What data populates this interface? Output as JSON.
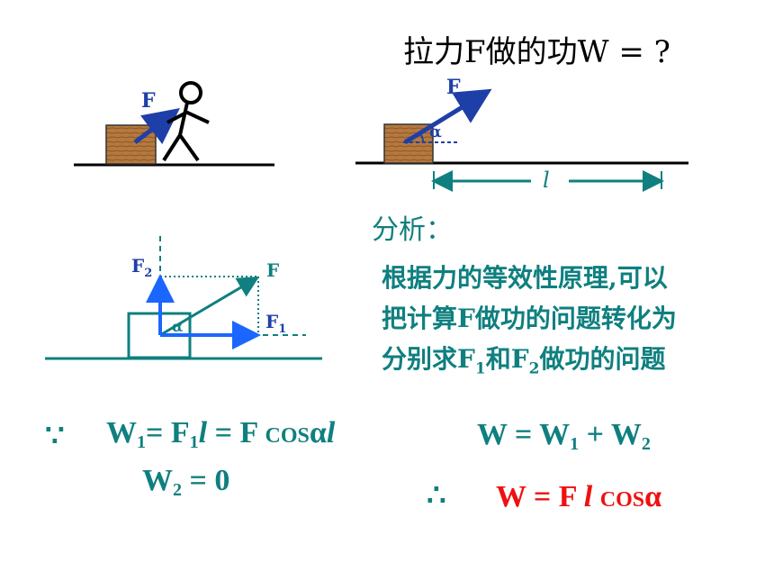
{
  "title": {
    "text": "拉力F做的功W = ?"
  },
  "scene_left": {
    "force_label": "F"
  },
  "scene_right": {
    "force_label": "F",
    "angle_label": "α",
    "distance_label": "l"
  },
  "decomposition": {
    "f_label": "F",
    "f1_label": "F1",
    "f2_label": "F2",
    "alpha_label": "α"
  },
  "analysis": {
    "heading": "分析：",
    "lines": [
      "根据力的等效性原理,可以",
      "把计算F做功的问题转化为",
      "分别求F1和F2做功的问题"
    ]
  },
  "equations": {
    "because_symbol": "∵",
    "w1": "W1= F1l = F cosαl",
    "w2": "W2 = 0",
    "w_sum": "W = W1 + W2",
    "therefore_symbol": "∴",
    "result": "W = F l cosα"
  },
  "colors": {
    "teal": "#0f7f7f",
    "blue": "#1f3fa8",
    "bright_blue": "#1a66ff",
    "red": "#ee1111",
    "wood": "#b5793f"
  }
}
